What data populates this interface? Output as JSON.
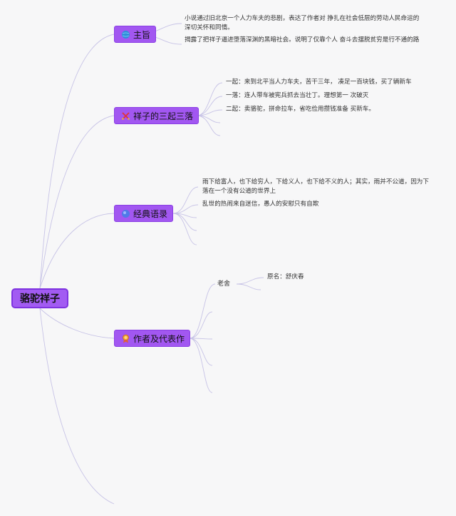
{
  "root": {
    "label": "骆驼祥子"
  },
  "branches": [
    {
      "label": "主旨",
      "icon": "globe-icon",
      "leaves": [
        "小说通过旧北京一个人力车夫的悲剧，表达了作者对 挣扎在社会低层的劳动人民命运的深切关怀和同情。",
        "揭露了把祥子逼进堕落深渊的黑暗社会。说明了仅靠个人 奋斗去摆脱贫穷是行不通的路"
      ]
    },
    {
      "label": "祥子的三起三落",
      "icon": "crossed-swords-icon",
      "leaves": [
        "一起：来到北平当人力车夫，苦干三年， 凑足一百块钱，买了辆新车",
        "一落：连人带车被宪兵抓去当壮丁。理想第一 次破灭",
        "二起：卖骆驼，拼命拉车，省吃俭用攒钱准备 买新车。"
      ]
    },
    {
      "label": "经典语录",
      "icon": "sphere-icon",
      "leaves": [
        "雨下给富人，也下给穷人，下给义人，也下给不义的人；其实，雨并不公道，因为下落在一个没有公道的世界上",
        "乱世的热闹来自迷信，愚人的安慰只有自欺"
      ]
    },
    {
      "label": "作者及代表作",
      "icon": "award-icon",
      "author": "老舍",
      "author_leaves": [
        "原名：舒庆春"
      ]
    }
  ]
}
